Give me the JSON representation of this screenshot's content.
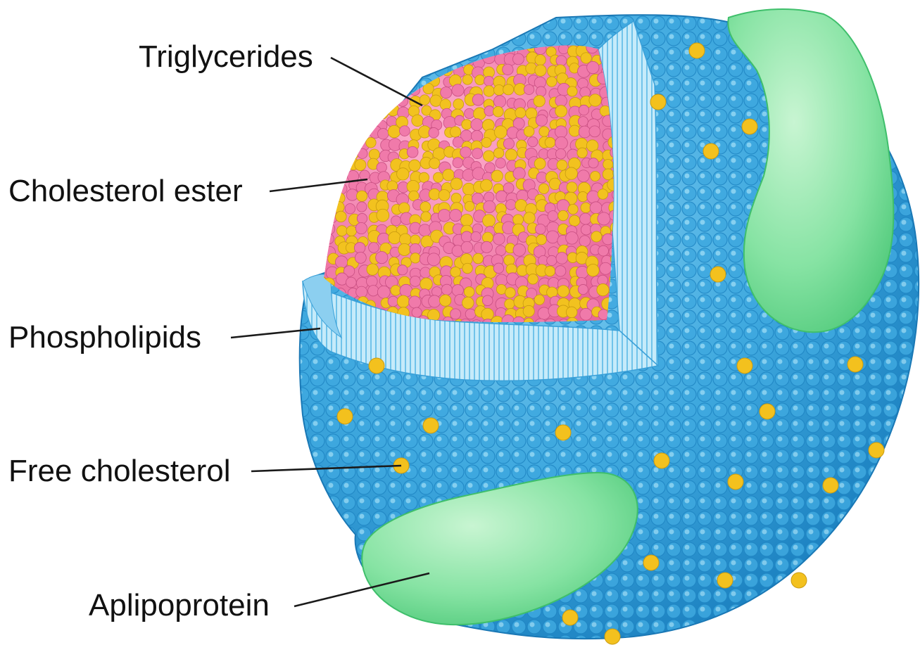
{
  "labels": {
    "triglycerides": "Triglycerides",
    "cholesterol_ester": "Cholesterol ester",
    "phospholipids": "Phospholipids",
    "free_cholesterol": "Free cholesterol",
    "apolipoprotein": "Aplipoprotein"
  },
  "colors": {
    "phospholipid_shell": "#3fa9df",
    "phospholipid_dark": "#1f86c4",
    "tail_band": "#9fd8f2",
    "triglyceride": "#f07aaa",
    "cholesterol_ester": "#f2c21f",
    "free_cholesterol": "#f3c11e",
    "apolipoprotein": "#7fe0a0"
  }
}
